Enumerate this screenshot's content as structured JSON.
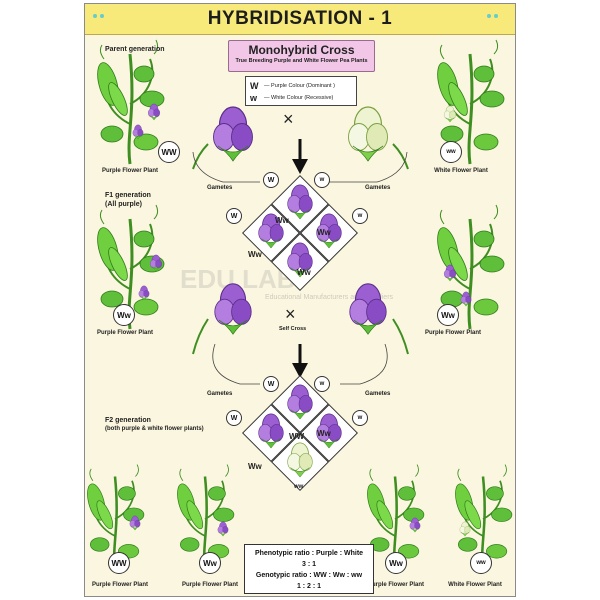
{
  "title": "HYBRIDISATION - 1",
  "subtitle": "Monohybrid Cross",
  "subtitle_sub": "True Breeding Purple and White Flower Pea Plants",
  "legend": {
    "dominant_symbol": "W",
    "dominant_text": "— Purple Colour (Dominant )",
    "recessive_symbol": "w",
    "recessive_text": "— White Colour (Recessive)"
  },
  "labels": {
    "parent_generation": "Parent generation",
    "f1_generation": "F1 generation",
    "f1_note": "(All purple)",
    "f2_generation": "F2 generation",
    "f2_note": "(both purple & white flower plants)",
    "gametes": "Gametes",
    "self_cross": "Self Cross",
    "cross_symbol": "×"
  },
  "plants": {
    "purple": "Purple Flower Plant",
    "white": "White Flower Plant"
  },
  "genotypes": {
    "WW": "WW",
    "ww": "ww",
    "Ww": "Ww",
    "W": "W",
    "w": "w"
  },
  "ratios": {
    "phenotypic_label": "Phenotypic ratio : Purple : White",
    "phenotypic_values": "3   :   1",
    "genotypic_label": "Genotypic ratio : WW : Ww : ww",
    "genotypic_values": "1   :   2   :   1"
  },
  "watermark": {
    "text": "EDU LAB",
    "sub": "Educational Manufacturers and Suppliers"
  },
  "colors": {
    "title_bar": "#f7ea7a",
    "subtitle_box": "#f2c6e6",
    "poster_bg": "#fbf6df",
    "leaf_green": "#5fbf3a",
    "flower_purple": "#9b5fd1",
    "flower_white": "#e9f2c8"
  }
}
